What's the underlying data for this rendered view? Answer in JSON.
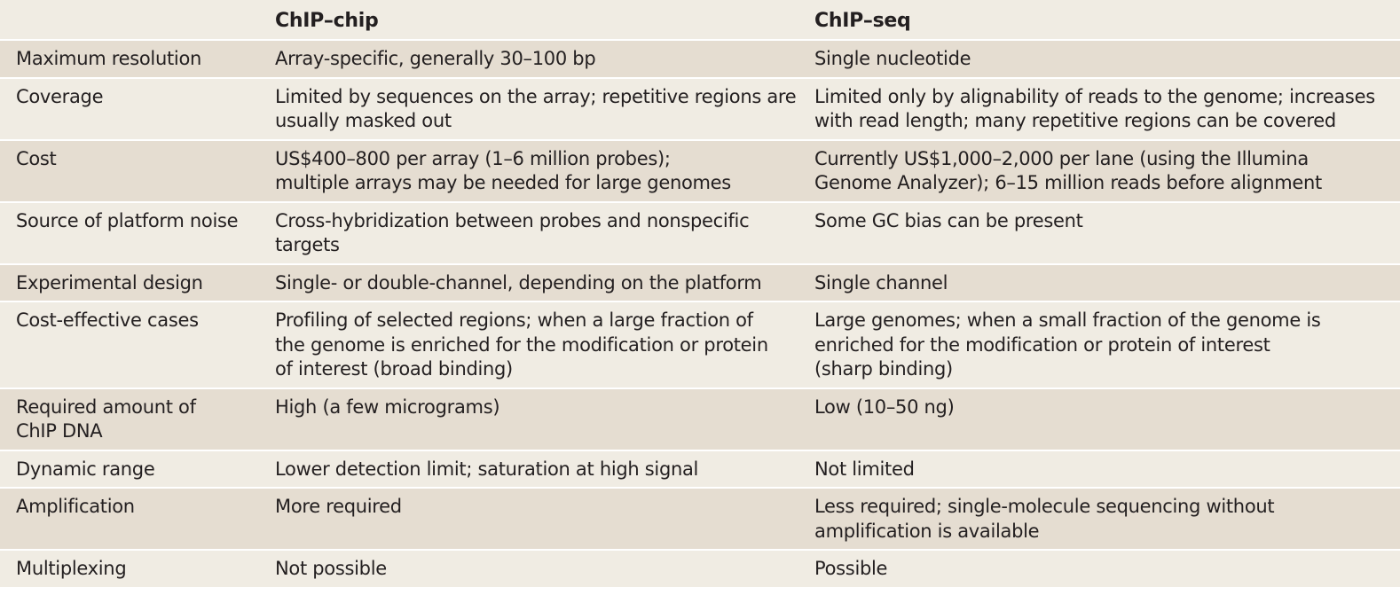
{
  "header": {
    "col1": "",
    "col2": "ChIP–chip",
    "col3": "ChIP–seq"
  },
  "rows": [
    {
      "feature": "Maximum resolution",
      "chip": "Array-specific, generally 30–100 bp",
      "seq": "Single nucleotide"
    },
    {
      "feature": "Coverage",
      "chip": "Limited by sequences on the array; repetitive regions are\nusually masked out",
      "seq": "Limited only by alignability of reads to the genome; increases\nwith read length; many repetitive regions can be covered"
    },
    {
      "feature": "Cost",
      "chip": "US$400–800 per array (1–6 million probes);\nmultiple arrays may be needed for large genomes",
      "seq": "Currently US$1,000–2,000 per lane (using the Illumina\nGenome Analyzer); 6–15 million reads before alignment"
    },
    {
      "feature": "Source of platform noise",
      "chip": "Cross-hybridization between probes and nonspecific\ntargets",
      "seq": "Some GC bias can be present"
    },
    {
      "feature": "Experimental design",
      "chip": "Single- or double-channel, depending on the platform",
      "seq": "Single channel"
    },
    {
      "feature": "Cost-effective cases",
      "chip": "Profiling of selected regions; when a large fraction of\nthe genome is enriched for the modification or protein\nof interest (broad binding)",
      "seq": "Large genomes; when a small fraction of the genome is\nenriched for the modification or protein of interest\n(sharp binding)"
    },
    {
      "feature": "Required amount of\nChIP DNA",
      "chip": "High (a few micrograms)",
      "seq": "Low (10–50 ng)"
    },
    {
      "feature": "Dynamic range",
      "chip": "Lower detection limit; saturation at high signal",
      "seq": "Not limited"
    },
    {
      "feature": "Amplification",
      "chip": "More required",
      "seq": "Less required; single-molecule sequencing without\namplification is available"
    },
    {
      "feature": "Multiplexing",
      "chip": "Not possible",
      "seq": "Possible"
    }
  ],
  "colors": {
    "row_light": "#f0ece3",
    "row_dark": "#e5ddd1",
    "text": "#231f20"
  }
}
